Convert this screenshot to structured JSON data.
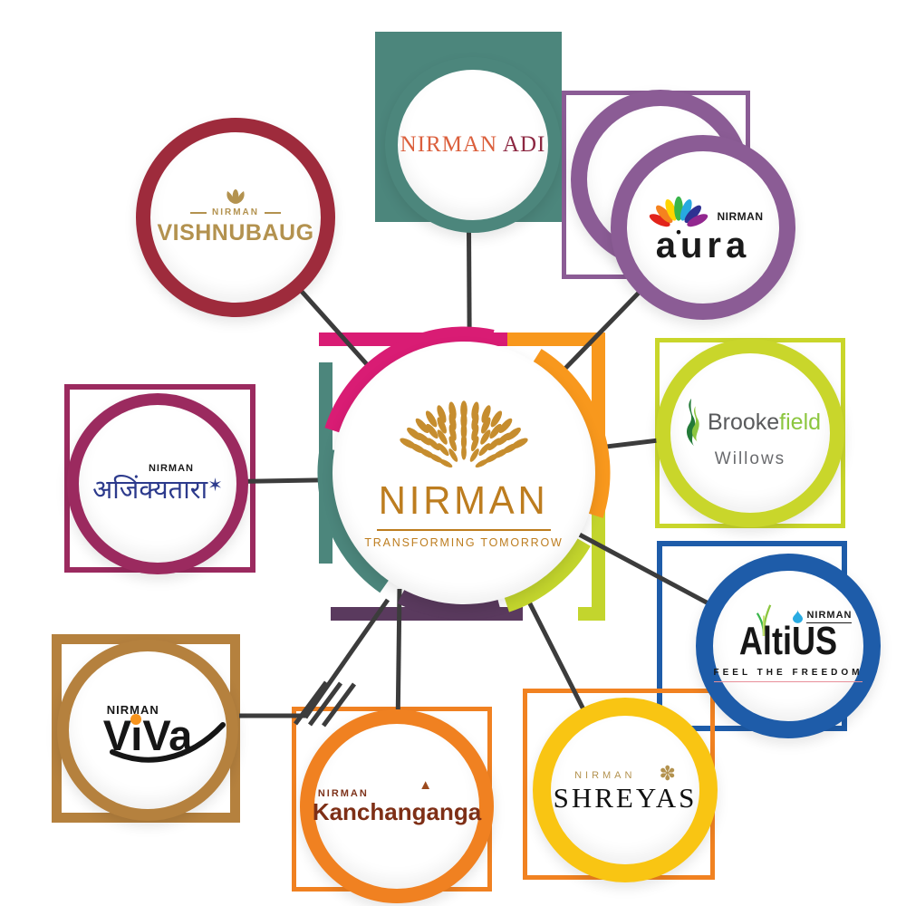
{
  "center": {
    "name": "NIRMAN",
    "tagline": "TRANSFORMING TOMORROW"
  },
  "vishnubaug": {
    "prefix": "NIRMAN",
    "name": "VISHNUBAUG"
  },
  "adi": {
    "word1": "NIRMAN",
    "word2": "ADI"
  },
  "aura": {
    "prefix": "NIRMAN",
    "name": "aura"
  },
  "brookefield": {
    "word1": "Brooke",
    "word2": "field",
    "subtitle": "Willows"
  },
  "altius": {
    "prefix": "NIRMAN",
    "name": "AltiUS",
    "tagline": "FEEL THE FREEDOM"
  },
  "ajinkyatara": {
    "prefix": "NIRMAN",
    "name": "अजिंक्यतारा",
    "star": "✶"
  },
  "viva": {
    "prefix": "NIRMAN",
    "name": "ViVa"
  },
  "kanchanganga": {
    "prefix": "NIRMAN",
    "name": "Kanchanganga",
    "peak": "▲"
  },
  "shreyas": {
    "prefix": "NIRMAN",
    "name": "SHREYAS",
    "ornament": "✽"
  },
  "colors": {
    "connector_line": "#3C3C3C",
    "center_gold": "#BD7D1F",
    "center_ring_pink": "#D91C74",
    "center_ring_orange": "#F8981D",
    "center_ring_teal": "#4C867C",
    "center_ring_lime": "#C3D52D",
    "center_ring_purple": "#5A3A5E",
    "vishnubaug_ring": "#9E2B3C",
    "vishnubaug_gold": "#B3924F",
    "adi_ring": "#4C867C",
    "adi_orange": "#DB5F3C",
    "adi_maroon": "#8C2741",
    "aura_ring": "#8B5C95",
    "brookefield_ring": "#C9D62B",
    "brookefield_gray": "#595A5C",
    "brookefield_green": "#8CC63F",
    "altius_ring": "#1E5CA9",
    "ajinkyatara_ring": "#9B2A5F",
    "ajinkyatara_blue": "#2C3A8C",
    "viva_ring": "#B5813E",
    "viva_dot": "#F7941E",
    "kanchanganga_ring": "#F08121",
    "kanchanganga_brown": "#7E2F16",
    "shreyas_ring": "#F9C513",
    "shreyas_square": "#F18221"
  }
}
